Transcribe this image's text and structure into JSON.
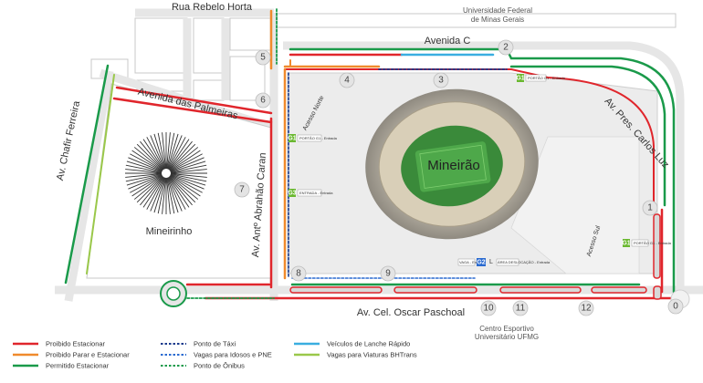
{
  "map": {
    "roads": {
      "rua_rebelo_horta": "Rua Rebelo Horta",
      "avenida_c": "Avenida C",
      "avenida_das_palmeiras": "Avenida das Palmeiras",
      "av_chafir_ferreira": "Av. Chafir Ferreira",
      "av_antonio_abrahao_caran": "Av. Antº Abrahão Caran",
      "av_pres_carlos_luz": "Av. Pres. Carlos Luz",
      "av_cel_oscar_paschoal": "Av. Cel. Oscar Paschoal",
      "acesso_norte": "Acesso Norte",
      "acesso_sul": "Acesso Sul"
    },
    "places": {
      "ufmg": [
        "Universidade Federal",
        "de Minas Gerais"
      ],
      "mineirao": "Mineirão",
      "mineirinho": "Mineirinho",
      "centro_esportivo": [
        "Centro Esportivo",
        "Universitário UFMG"
      ]
    },
    "numbers": [
      "0",
      "1",
      "2",
      "3",
      "4",
      "5",
      "6",
      "7",
      "8",
      "9",
      "10",
      "11",
      "12"
    ],
    "gates": {
      "g1": "G1",
      "g2": "G2",
      "g3": "G3",
      "l": "L",
      "small_labels": [
        "PORTÃO G1 - Entrada",
        "PORTÃO G1 - Entrada",
        "ENTRADA - Entrada",
        "PORTÃO G1 - Entrada",
        "VAGA - Entrada",
        "ÁREA DESLOCAÇÃO - Entrada"
      ]
    }
  },
  "legend": {
    "items": [
      {
        "label": "Proibido Estacionar",
        "color": "#e0262c",
        "style": "solid"
      },
      {
        "label": "Proibido Parar e Estacionar",
        "color": "#f08a2c",
        "style": "solid"
      },
      {
        "label": "Permitido Estacionar",
        "color": "#1a9a4a",
        "style": "solid"
      },
      {
        "label": "Ponto de Táxi",
        "color": "#1a3a8c",
        "style": "dashed"
      },
      {
        "label": "Vagas para Idosos e PNE",
        "color": "#2a6ad0",
        "style": "dashed"
      },
      {
        "label": "Ponto de Ônibus",
        "color": "#1a9a4a",
        "style": "dashed"
      },
      {
        "label": "Veículos de Lanche Rápido",
        "color": "#3aaee0",
        "style": "solid"
      },
      {
        "label": "Vagas para Viaturas BHTrans",
        "color": "#9ac84a",
        "style": "solid"
      }
    ]
  },
  "colors": {
    "red": "#e0262c",
    "orange": "#f08a2c",
    "green": "#1a9a4a",
    "navy": "#1a3a8c",
    "blue": "#2a6ad0",
    "cyan": "#3aaee0",
    "lime": "#9ac84a",
    "gate": "#6ab830"
  }
}
